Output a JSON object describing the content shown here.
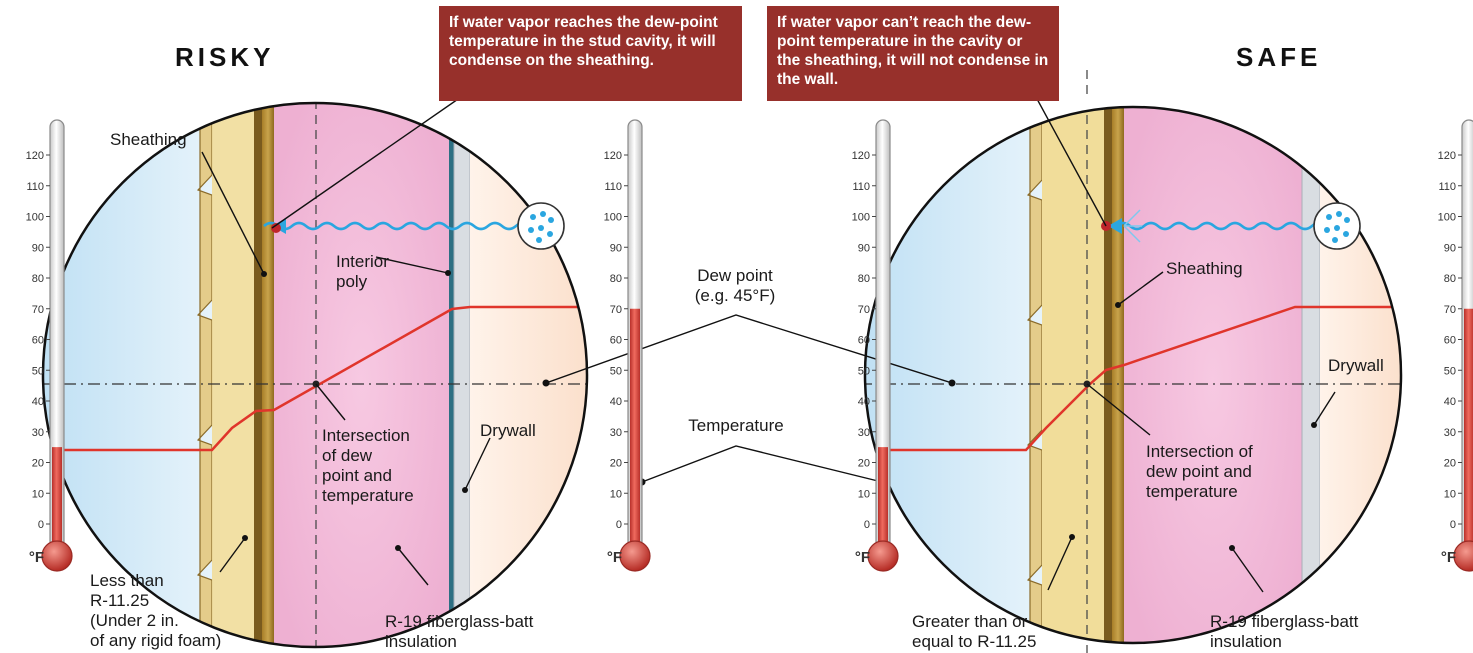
{
  "headings": {
    "risky": "RISKY",
    "safe": "SAFE"
  },
  "callouts": {
    "risky": "If water vapor reaches the dew-point temperature in the stud cavity, it will condense on the sheathing.",
    "safe": "If water vapor can’t reach the dew-point temperature in the cavity or the sheathing, it will not condense in the wall."
  },
  "thermometer": {
    "ticks": [
      "120",
      "110",
      "100",
      "90",
      "80",
      "70",
      "60",
      "50",
      "40",
      "30",
      "20",
      "10",
      "0"
    ],
    "unit": "°F"
  },
  "center_labels": {
    "dew_point": "Dew point\n(e.g. 45°F)",
    "temperature": "Temperature"
  },
  "risky": {
    "sheathing": "Sheathing",
    "interior_poly": "Interior\npoly",
    "intersection": "Intersection\nof dew\npoint and\ntemperature",
    "drywall": "Drywall",
    "foam": "Less than\nR-11.25\n(Under 2 in.\nof any rigid foam)",
    "insulation": "R-19 fiberglass-batt\ninsulation"
  },
  "safe": {
    "sheathing": "Sheathing",
    "drywall": "Drywall",
    "intersection": "Intersection of\ndew point and\ntemperature",
    "foam": "Greater than or\nequal to R-11.25",
    "insulation": "R-19 fiberglass-batt\ninsulation"
  },
  "colors": {
    "callout": "#97302b",
    "mercury": "#e0463c",
    "temperature_line": "#e0352b",
    "vapor": "#2aa6e0",
    "insulation": "#f4bcdb",
    "foam": "#f1dd9a"
  }
}
